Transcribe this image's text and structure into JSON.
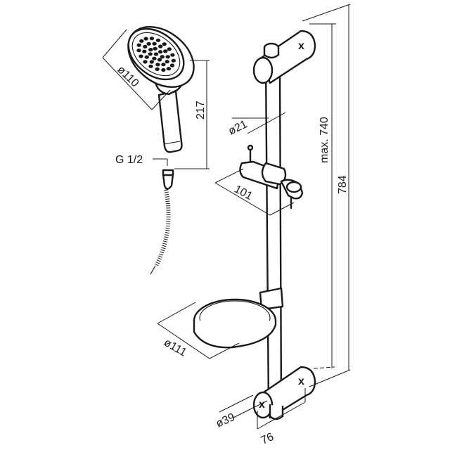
{
  "dimensions": {
    "head_diameter": "ø110",
    "head_length": "217",
    "thread": "G 1/2",
    "rail_diameter": "ø21",
    "holder_width": "101",
    "rail_max": "max. 740",
    "rail_total": "784",
    "tray_diameter": "ø111",
    "bracket_diameter": "ø39",
    "bracket_depth": "76"
  },
  "colors": {
    "line": "#1a1a1a",
    "background": "#ffffff"
  },
  "icons": [
    "shower-head-icon",
    "hose-icon",
    "rail-icon",
    "slider-holder-icon",
    "soap-dish-icon",
    "wall-bracket-icon"
  ]
}
